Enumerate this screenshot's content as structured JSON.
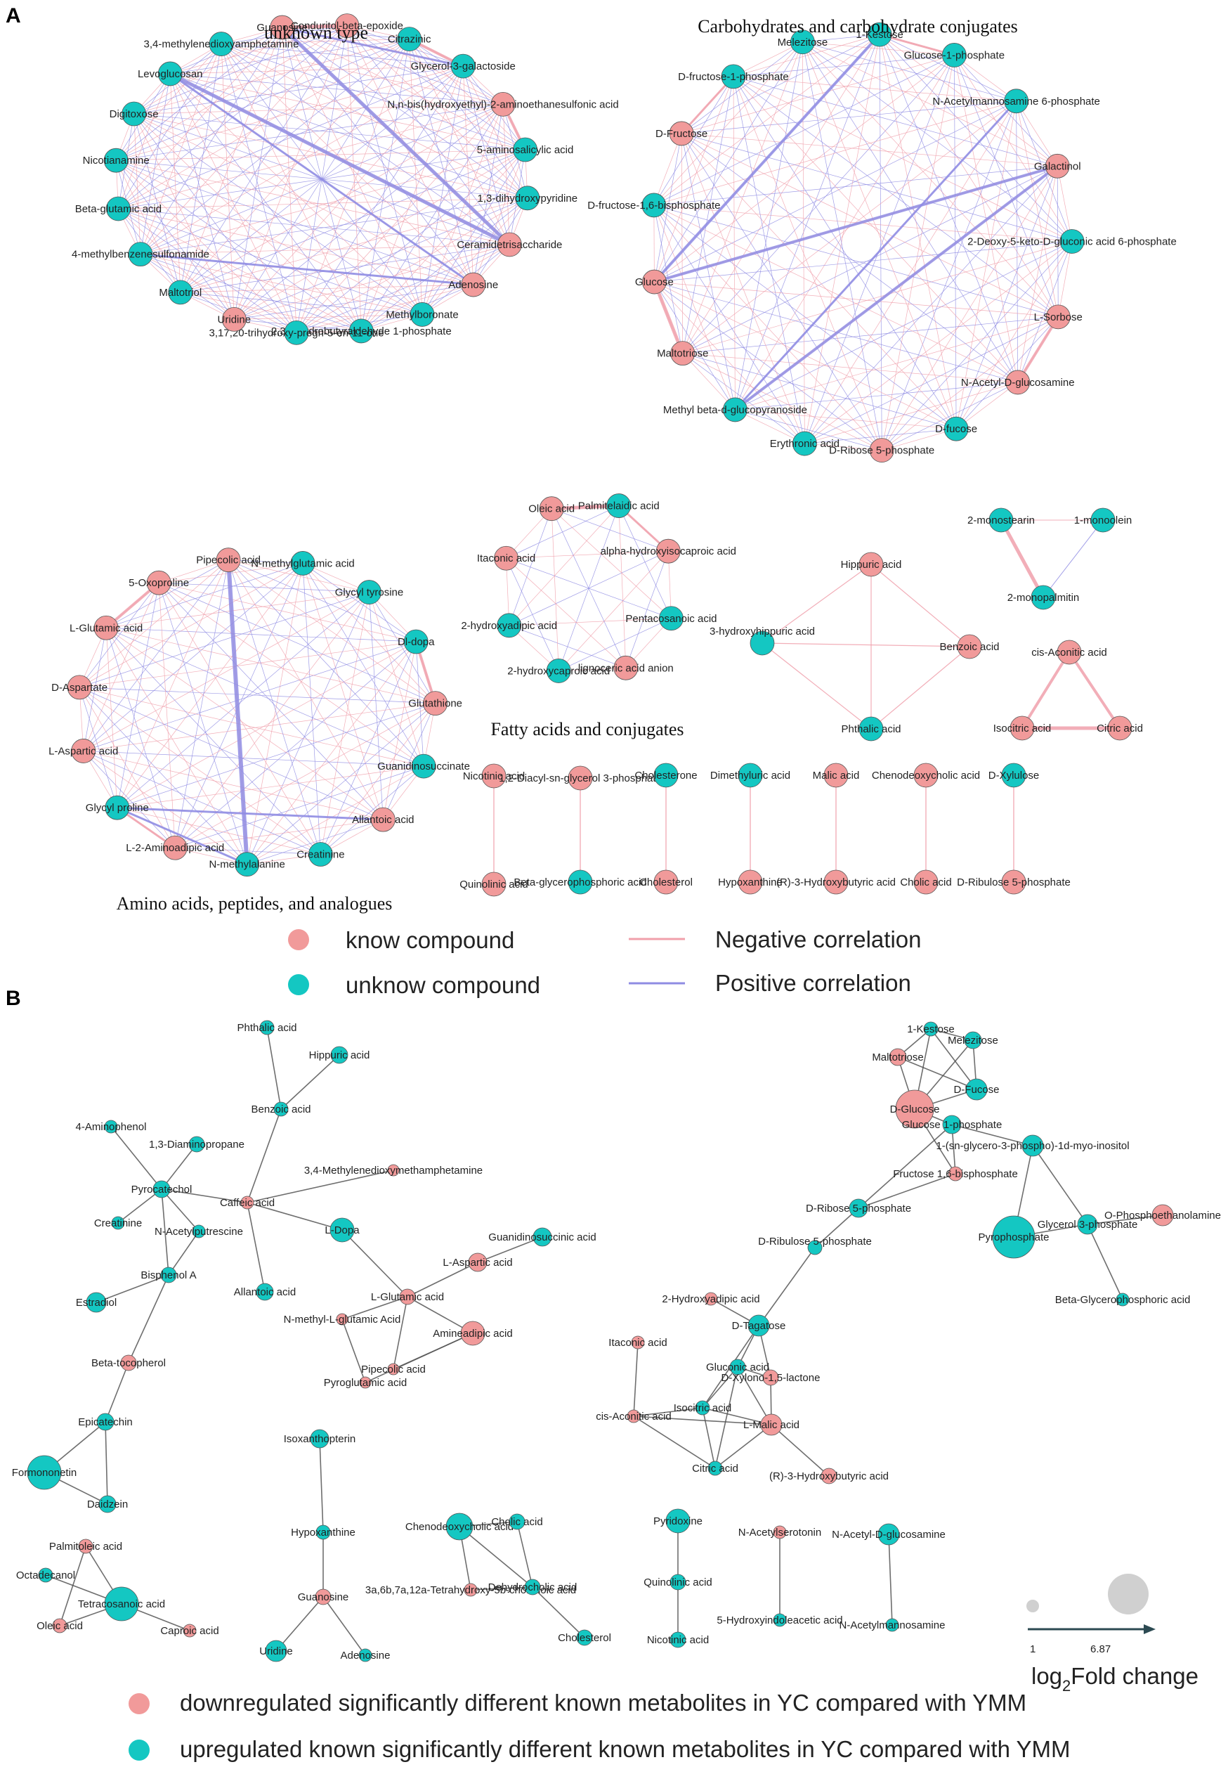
{
  "panels": {
    "a": "A",
    "b": "B"
  },
  "colors": {
    "known": "#f19a9a",
    "unknown": "#14c7c2",
    "negative": "#f0a0ab",
    "positive": "#8f8ce3",
    "edge_b": "#555555"
  },
  "clusters": {
    "unknown_type": {
      "title": "unknown type",
      "nodes": [
        {
          "label": "Citrazinic",
          "kind": "unknown"
        },
        {
          "label": "Glycerol-3-galactoside",
          "kind": "unknown"
        },
        {
          "label": "N,n-bis(hydroxyethyl)-2-aminoethanesulfonic acid",
          "kind": "known"
        },
        {
          "label": "5-aminosalicylic acid",
          "kind": "unknown"
        },
        {
          "label": "1,3-dihydroxypyridine",
          "kind": "unknown"
        },
        {
          "label": "Ceramidetrisaccharide",
          "kind": "known"
        },
        {
          "label": "Adenosine",
          "kind": "known"
        },
        {
          "label": "Methylboronate",
          "kind": "unknown"
        },
        {
          "label": "2,3-dihydrobutyraldehyde 1-phosphate",
          "kind": "unknown"
        },
        {
          "label": "3,17,20-trihydroxy-pregn-5-en-11-one",
          "kind": "unknown"
        },
        {
          "label": "Uridine",
          "kind": "known"
        },
        {
          "label": "Maltotriol",
          "kind": "unknown"
        },
        {
          "label": "4-methylbenzenesulfonamide",
          "kind": "unknown"
        },
        {
          "label": "Beta-glutamic acid",
          "kind": "unknown"
        },
        {
          "label": "Nicotianamine",
          "kind": "unknown"
        },
        {
          "label": "Digitoxose",
          "kind": "unknown"
        },
        {
          "label": "Levoglucosan",
          "kind": "unknown"
        },
        {
          "label": "3,4-methylenedioxyamphetamine",
          "kind": "unknown"
        },
        {
          "label": "Guanosine",
          "kind": "known"
        },
        {
          "label": "Conduritol-beta-epoxide",
          "kind": "known"
        }
      ]
    },
    "carbohydrates": {
      "title": "Carbohydrates and carbohydrate conjugates",
      "nodes": [
        {
          "label": "1-Kestose",
          "kind": "unknown"
        },
        {
          "label": "Glucose-1-phosphate",
          "kind": "unknown"
        },
        {
          "label": "N-Acetylmannosamine 6-phosphate",
          "kind": "unknown"
        },
        {
          "label": "Galactinol",
          "kind": "known"
        },
        {
          "label": "2-Deoxy-5-keto-D-gluconic acid 6-phosphate",
          "kind": "unknown"
        },
        {
          "label": "L-Sorbose",
          "kind": "known"
        },
        {
          "label": "N-Acetyl-D-glucosamine",
          "kind": "known"
        },
        {
          "label": "D-fucose",
          "kind": "unknown"
        },
        {
          "label": "D-Ribose 5-phosphate",
          "kind": "known"
        },
        {
          "label": "Erythronic acid",
          "kind": "unknown"
        },
        {
          "label": "Methyl beta-d-glucopyranoside",
          "kind": "unknown"
        },
        {
          "label": "Maltotriose",
          "kind": "known"
        },
        {
          "label": "Glucose",
          "kind": "known"
        },
        {
          "label": "D-fructose-1,6-bisphosphate",
          "kind": "unknown"
        },
        {
          "label": "D-Fructose",
          "kind": "known"
        },
        {
          "label": "D-fructose-1-phosphate",
          "kind": "unknown"
        },
        {
          "label": "Melezitose",
          "kind": "unknown"
        }
      ]
    },
    "amino": {
      "title": "Amino acids, peptides, and analogues",
      "nodes": [
        {
          "label": "N-methylglutamic acid",
          "kind": "unknown"
        },
        {
          "label": "Glycyl tyrosine",
          "kind": "unknown"
        },
        {
          "label": "Dl-dopa",
          "kind": "unknown"
        },
        {
          "label": "Glutathione",
          "kind": "known"
        },
        {
          "label": "Guanidinosuccinate",
          "kind": "unknown"
        },
        {
          "label": "Allantoic acid",
          "kind": "known"
        },
        {
          "label": "Creatinine",
          "kind": "unknown"
        },
        {
          "label": "N-methylalanine",
          "kind": "unknown"
        },
        {
          "label": "L-2-Aminoadipic acid",
          "kind": "known"
        },
        {
          "label": "Glycyl proline",
          "kind": "unknown"
        },
        {
          "label": "L-Aspartic acid",
          "kind": "known"
        },
        {
          "label": "D-Aspartate",
          "kind": "known"
        },
        {
          "label": "L-Glutamic acid",
          "kind": "known"
        },
        {
          "label": "5-Oxoproline",
          "kind": "known"
        },
        {
          "label": "Pipecolic acid",
          "kind": "known"
        }
      ]
    },
    "fatty": {
      "title": "Fatty acids and conjugates",
      "nodes": [
        {
          "label": "Palmitelaidic acid",
          "kind": "unknown"
        },
        {
          "label": "alpha-hydroxyisocaproic acid",
          "kind": "known"
        },
        {
          "label": "Pentacosanoic acid",
          "kind": "unknown"
        },
        {
          "label": "lignoceric acid anion",
          "kind": "known"
        },
        {
          "label": "2-hydroxycaproic acid",
          "kind": "unknown"
        },
        {
          "label": "2-hydroxyadipic acid",
          "kind": "unknown"
        },
        {
          "label": "Itaconic acid",
          "kind": "known"
        },
        {
          "label": "Oleic acid",
          "kind": "known"
        }
      ]
    },
    "small": [
      [
        "3-hydroxyhippuric acid",
        "Hippuric acid",
        "Benzoic acid",
        "Phthalic acid"
      ],
      [
        "2-monostearin",
        "1-monoolein",
        "2-monopalmitin"
      ],
      [
        "cis-Aconitic acid",
        "Isocitric acid",
        "Citric acid"
      ]
    ],
    "pairs": [
      [
        "Nicotinic acid",
        "Quinolinic acid"
      ],
      [
        "1,2-Diacyl-sn-glycerol 3-phosphate",
        "Beta-glycerophosphoric acid"
      ],
      [
        "Cholesterone",
        "Cholesterol"
      ],
      [
        "Dimethyluric acid",
        "Hypoxanthine"
      ],
      [
        "Malic acid",
        "(R)-3-Hydroxybutyric acid"
      ],
      [
        "Chenodeoxycholic acid",
        "Cholic acid"
      ],
      [
        "D-Xylulose",
        "D-Ribulose 5-phosphate"
      ]
    ]
  },
  "legend_a": {
    "known": "know compound",
    "unknown": "unknow compound",
    "negative": "Negative correlation",
    "positive": "Positive correlation"
  },
  "network_b": {
    "nodes": [
      "Phthalic acid",
      "Hippuric acid",
      "Benzoic acid",
      "4-Aminophenol",
      "1,3-Diaminopropane",
      "3,4-Methylenedioxymethamphetamine",
      "Pyrocatechol",
      "Caffeic acid",
      "Creatinine",
      "N-Acetylputrescine",
      "L-Dopa",
      "Guanidinosuccinic acid",
      "L-Aspartic acid",
      "Bisphenol A",
      "Allantoic acid",
      "L-Glutamic acid",
      "N-methyl-L-glutamic Acid",
      "Estradiol",
      "Amineadipic acid",
      "Pipecolic acid",
      "Pyroglutamic acid",
      "Beta-tocopherol",
      "Epicatechin",
      "Isoxanthopterin",
      "Formononetin",
      "Daidzein",
      "Hypoxanthine",
      "Chenodeoxycholic acid",
      "Cholic acid",
      "Palmitoleic acid",
      "Octadecanol",
      "Tetracosanoic acid",
      "Oleic acid",
      "Caproic acid",
      "Guanosine",
      "3a,6b,7a,12a-Tetrahydroxy-5b-cholanoic acid",
      "Dehydrocholic acid",
      "Uridine",
      "Adenosine",
      "Cholesterol",
      "Pyridoxine",
      "Quinolinic acid",
      "Nicotinic acid",
      "N-Acetylserotonin",
      "N-Acetyl-D-glucosamine",
      "5-Hydroxyindoleacetic acid",
      "N-Acetylmannosamine",
      "1-Kestose",
      "Melezitose",
      "Maltotriose",
      "D-Glucose",
      "D-Fucose",
      "Glucose 1-phosphate",
      "1-(sn-glycero-3-phospho)-1d-myo-inositol",
      "Fructose 1,6-bisphosphate",
      "D-Ribose 5-phosphate",
      "O-Phosphoethanolamine",
      "Glycerol 3-phosphate",
      "Pyrophosphate",
      "D-Ribulose 5-phosphate",
      "Beta-Glycerophosphoric acid",
      "2-Hydroxyadipic acid",
      "D-Tagatose",
      "Itaconic acid",
      "Gluconic acid",
      "D-Xylono-1,5-lactone",
      "Isocitric acid",
      "cis-Aconitic acid",
      "L-Malic acid",
      "Citric acid",
      "(R)-3-Hydroxybutyric acid"
    ],
    "size_legend": {
      "min": "1",
      "max": "6.87",
      "label_main": "log",
      "label_sub": "2",
      "label_end": "Fold change"
    },
    "down": "downregulated significantly different known metabolites in YC compared with YMM",
    "up": "upregulated known significantly different known metabolites in YC compared with YMM"
  }
}
